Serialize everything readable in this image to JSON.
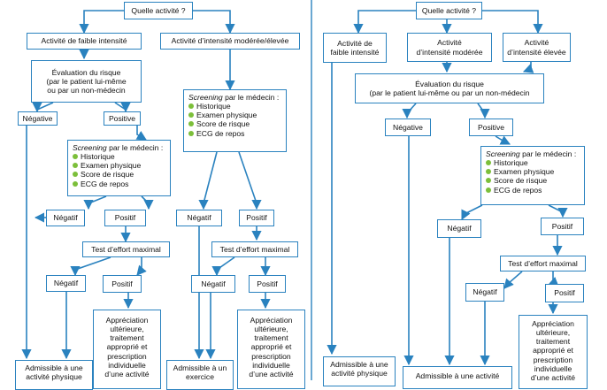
{
  "colors": {
    "border": "#2a82bf",
    "bullet": "#7cbf3a",
    "text": "#111111"
  },
  "left": {
    "q": "Quelle activité ?",
    "low": "Activité de faible intensité",
    "mod": "Activité d’intensité modérée/élevée",
    "risk": [
      "Évaluation du risque",
      "(par le patient lui-même",
      "ou par un non-médecin"
    ],
    "neg_a": "Négative",
    "pos_a": "Positive",
    "screen1": {
      "em": "Screening",
      "rest": " par le médecin :",
      "items": [
        "Historique",
        "Examen physique",
        "Score de risque",
        "ECG de repos"
      ]
    },
    "screen2": {
      "em": "Screening",
      "rest": " par le médecin :",
      "items": [
        "Historique",
        "Examen physique",
        "Score de risque",
        "ECG de repos"
      ]
    },
    "neg1": "Négatif",
    "pos1": "Positif",
    "neg2": "Négatif",
    "pos2": "Positif",
    "test1": "Test d’effort maximal",
    "test2": "Test d’effort maximal",
    "neg3": "Négatif",
    "pos3": "Positif",
    "neg4": "Négatif",
    "pos4": "Positif",
    "app1": [
      "Appréciation",
      "ultérieure,",
      "traitement",
      "approprié et",
      "prescription",
      "individuelle",
      "d’une activité"
    ],
    "app2": [
      "Appréciation",
      "ultérieure,",
      "traitement",
      "approprié et",
      "prescription",
      "individuelle",
      "d’une activité"
    ],
    "adm1": [
      "Admissible à une",
      "activité physique"
    ],
    "adm2": [
      "Admissible à un",
      "exercice"
    ]
  },
  "right": {
    "q": "Quelle activité ?",
    "low": [
      "Activité de",
      "faible intensité"
    ],
    "mod": [
      "Activité",
      "d’intensité modérée"
    ],
    "high": [
      "Activité",
      "d’intensité élevée"
    ],
    "risk": [
      "Évaluation du risque",
      "(par le patient lui-même ou par un non-médecin"
    ],
    "neg_a": "Négative",
    "pos_a": "Positive",
    "screen": {
      "em": "Screening",
      "rest": " par le médecin :",
      "items": [
        "Historique",
        "Examen physique",
        "Score de risque",
        "ECG de repos"
      ]
    },
    "neg1": "Négatif",
    "pos1": "Positif",
    "test": "Test d’effort maximal",
    "neg2": "Négatif",
    "pos2": "Positif",
    "app": [
      "Appréciation",
      "ultérieure,",
      "traitement",
      "approprié et",
      "prescription",
      "individuelle",
      "d’une activité"
    ],
    "adm1": [
      "Admissible à une",
      "activité physique"
    ],
    "adm2": "Admissible à une activité"
  }
}
